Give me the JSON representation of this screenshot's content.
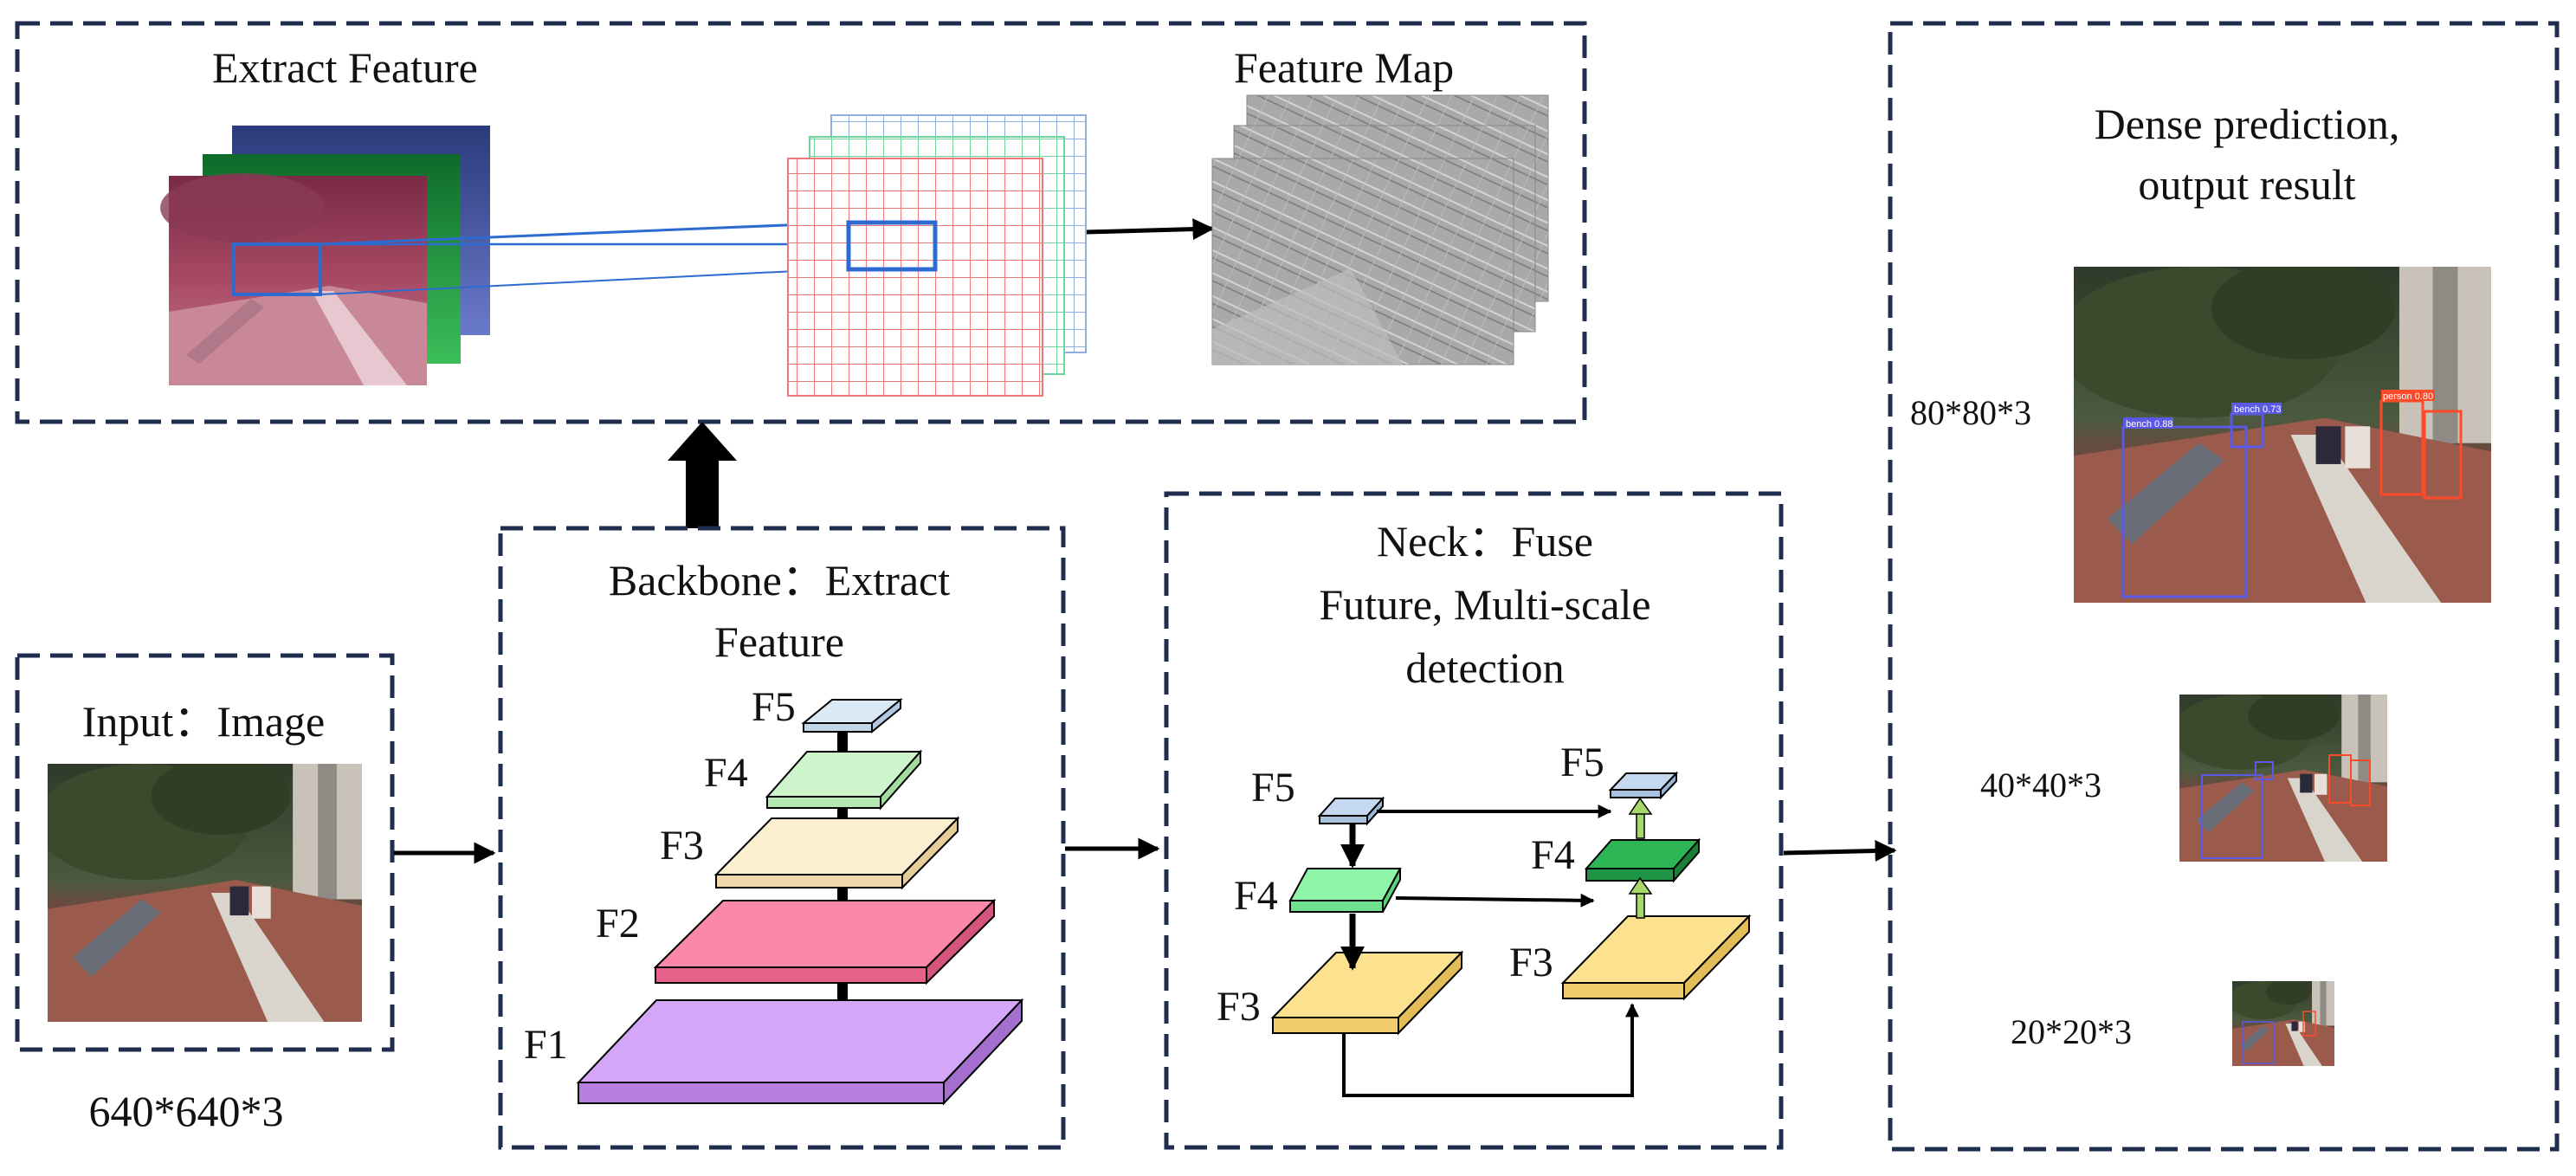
{
  "extract_panel": {
    "title": "Extract Feature",
    "map_title": "Feature Map"
  },
  "input_panel": {
    "title": "Input：Image",
    "size": "640*640*3"
  },
  "backbone": {
    "title_line1": "Backbone：Extract",
    "title_line2": "Feature",
    "levels": [
      "F1",
      "F2",
      "F3",
      "F4",
      "F5"
    ]
  },
  "neck": {
    "title_line1": "Neck：Fuse",
    "title_line2": "Future, Multi-scale",
    "title_line3": "detection",
    "left_levels": [
      "F5",
      "F4",
      "F3"
    ],
    "right_levels": [
      "F5",
      "F4",
      "F3"
    ]
  },
  "output_panel": {
    "title_line1": "Dense prediction,",
    "title_line2": "output result",
    "scales": [
      "80*80*3",
      "40*40*3",
      "20*20*3"
    ],
    "detections": [
      {
        "label": "bench 0.88",
        "color": "#5a5ae6"
      },
      {
        "label": "bench 0.73",
        "color": "#5a5ae6"
      },
      {
        "label": "person 0.80",
        "color": "#ff4a2a"
      }
    ]
  },
  "colors": {
    "border": "#1f2d4e",
    "F1": "#d3a6f7",
    "F2": "#fb88a9",
    "F3": "#fbefd0",
    "F4": "#cef4cc",
    "F5": "#dbe9f6",
    "neck_F5": "#c5d9f0",
    "neck_F4_left": "#8ef5a9",
    "neck_F4_right": "#2db556",
    "neck_F3": "#fce28e",
    "grid_red": "#f07878",
    "grid_green": "#6fd49a",
    "grid_blue": "#8fb0dc"
  }
}
